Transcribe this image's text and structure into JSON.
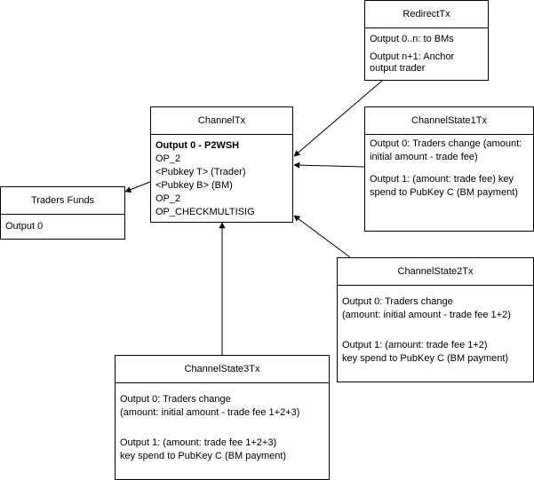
{
  "channel_tx": {
    "title": "ChannelTx",
    "lines": [
      "Output 0 - P2WSH",
      "OP_2",
      "<Pubkey T> (Trader)",
      "<Pubkey B> (BM)",
      "OP_2",
      "OP_CHECKMULTISIG"
    ]
  },
  "traders_funds": {
    "title": "Traders Funds",
    "lines": [
      "Output 0"
    ]
  },
  "redirect_tx": {
    "title": "RedirectTx",
    "paras": [
      "Output 0..n: to BMs",
      "Output n+1: Anchor output trader"
    ]
  },
  "channel_state1_tx": {
    "title": "ChannelState1Tx",
    "paras": [
      "Output 0: Traders change (amount: initial amount - trade fee)",
      "Output 1: (amount: trade fee) key spend to PubKey C (BM payment)"
    ]
  },
  "channel_state2_tx": {
    "title": "ChannelState2Tx",
    "lines_a": [
      "Output 0: Traders change",
      "(amount: initial amount - trade fee 1+2)"
    ],
    "lines_b": [
      "Output 1: (amount: trade fee 1+2)",
      "key spend to PubKey C (BM payment)"
    ]
  },
  "channel_state3_tx": {
    "title": "ChannelState3Tx",
    "lines_a": [
      "Output 0: Traders change",
      "(amount: initial amount - trade fee 1+2+3)"
    ],
    "lines_b": [
      "Output 1: (amount: trade fee 1+2+3)",
      "key spend to PubKey C (BM payment)"
    ]
  }
}
